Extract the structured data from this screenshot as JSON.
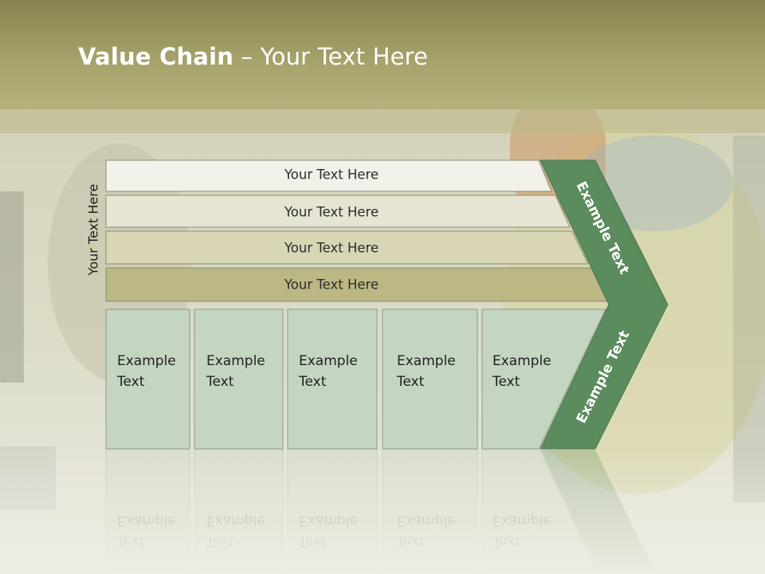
{
  "slide": {
    "title_bold": "Value Chain",
    "title_rest": " – Your Text Here",
    "side_label": "Your Text Here"
  },
  "bars": [
    {
      "label": "Your Text Here",
      "fill": "#f1f1ea"
    },
    {
      "label": "Your Text Here",
      "fill": "#e6e5d3"
    },
    {
      "label": "Your Text Here",
      "fill": "#d9d6b6"
    },
    {
      "label": "Your Text Here",
      "fill": "#bbb884"
    }
  ],
  "columns": [
    {
      "line1": "Example",
      "line2": "Text"
    },
    {
      "line1": "Example",
      "line2": "Text"
    },
    {
      "line1": "Example",
      "line2": "Text"
    },
    {
      "line1": "Example",
      "line2": "Text"
    },
    {
      "line1": "Example",
      "line2": "Text"
    }
  ],
  "chevron": {
    "upper_label": "Example Text",
    "lower_label": "Example Text",
    "fill": "#5b8c5e"
  },
  "colors": {
    "header": "#a5a26a",
    "column_fill": "#c4d6c2",
    "column_border": "#8e9a8c",
    "bar_border": "#8e8c74"
  }
}
